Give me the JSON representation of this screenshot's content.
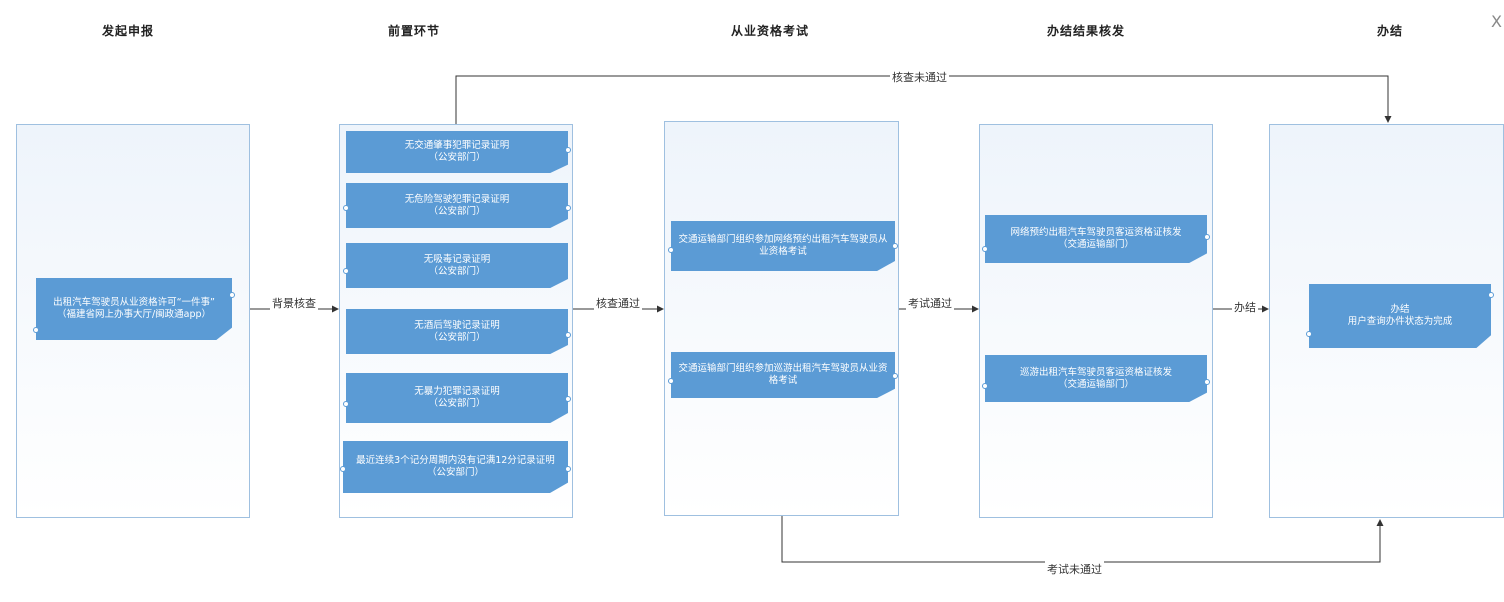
{
  "stages": [
    "发起申报",
    "前置环节",
    "从业资格考试",
    "办结结果核发",
    "办结"
  ],
  "close_glyph": "X",
  "boxes": {
    "apply": "出租汽车驾驶员从业资格许可“一件事”\n（福建省网上办事大厅/闽政通app）",
    "pre1": "无交通肇事犯罪记录证明\n（公安部门）",
    "pre2": "无危险驾驶犯罪记录证明\n（公安部门）",
    "pre3": "无吸毒记录证明\n（公安部门）",
    "pre4": "无酒后驾驶记录证明\n（公安部门）",
    "pre5": "无暴力犯罪记录证明\n（公安部门）",
    "pre6": "最近连续3个记分周期内没有记满12分记录证明\n（公安部门）",
    "exam1": "交通运输部门组织参加网络预约出租汽车驾驶员从业资格考试",
    "exam2": "交通运输部门组织参加巡游出租汽车驾驶员从业资格考试",
    "res1": "网络预约出租汽车驾驶员客运资格证核发\n（交通运输部门）",
    "res2": "巡游出租汽车驾驶员客运资格证核发\n（交通运输部门）",
    "done": "办结\n用户查询办件状态为完成"
  },
  "labels": {
    "background_check": "背景核查",
    "check_passed": "核查通过",
    "exam_passed": "考试通过",
    "finish": "办结",
    "check_failed": "核查未通过",
    "exam_failed": "考试未通过"
  }
}
